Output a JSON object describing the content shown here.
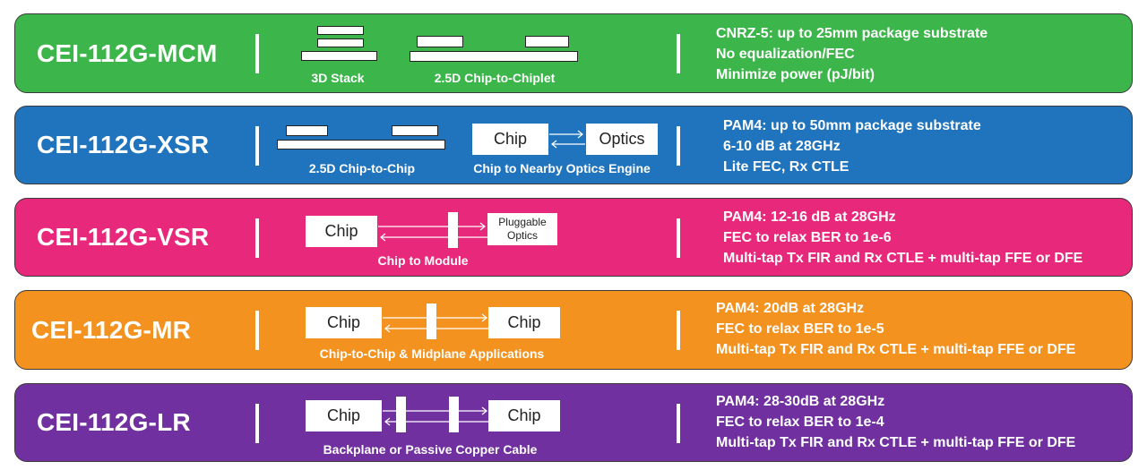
{
  "rows": [
    {
      "name": "CEI-112G-MCM",
      "color": "#3cb54a",
      "captions": [
        "3D Stack",
        "2.5D Chip-to-Chiplet"
      ],
      "specs": [
        "CNRZ-5: up to 25mm package substrate",
        "No equalization/FEC",
        "Minimize power (pJ/bit)"
      ]
    },
    {
      "name": "CEI-112G-XSR",
      "color": "#1f74bd",
      "captions": [
        "2.5D Chip-to-Chip",
        "Chip to Nearby Optics Engine"
      ],
      "boxes": [
        "Chip",
        "Optics"
      ],
      "specs": [
        "PAM4: up to 50mm package substrate",
        "6-10 dB at 28GHz",
        "Lite FEC, Rx CTLE"
      ]
    },
    {
      "name": "CEI-112G-VSR",
      "color": "#e8287b",
      "captions": [
        "Chip to Module"
      ],
      "boxes": [
        "Chip",
        "Pluggable",
        "Optics"
      ],
      "specs": [
        "PAM4: 12-16 dB at 28GHz",
        "FEC to relax BER to 1e-6",
        "Multi-tap Tx FIR and Rx CTLE + multi-tap FFE or DFE"
      ]
    },
    {
      "name": "CEI-112G-MR",
      "color": "#f3921f",
      "captions": [
        "Chip-to-Chip & Midplane Applications"
      ],
      "boxes": [
        "Chip",
        "Chip"
      ],
      "specs": [
        "PAM4: 20dB at 28GHz",
        "FEC to relax BER to 1e-5",
        "Multi-tap Tx FIR and Rx CTLE + multi-tap FFE or DFE"
      ]
    },
    {
      "name": "CEI-112G-LR",
      "color": "#7130a0",
      "captions": [
        "Backplane or Passive Copper Cable"
      ],
      "boxes": [
        "Chip",
        "Chip"
      ],
      "specs": [
        "PAM4: 28-30dB at 28GHz",
        "FEC to relax BER to 1e-4",
        "Multi-tap Tx FIR and Rx CTLE + multi-tap FFE or DFE"
      ]
    }
  ]
}
